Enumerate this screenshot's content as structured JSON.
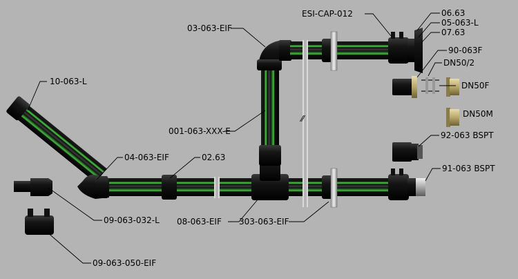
{
  "labels": {
    "l_10_063_l": "10-063-L",
    "l_03_063_eif": "03-063-EIF",
    "l_esi_cap_012": "ESI-CAP-012",
    "l_06_63": "06.63",
    "l_05_063_l": "05-063-L",
    "l_07_63": "07.63",
    "l_90_063f": "90-063F",
    "l_dn50_2": "DN50/2",
    "l_dn50f": "DN50F",
    "l_dn50m": "DN50M",
    "l_001_063_xxx_e": "001-063-XXX-E",
    "l_92_063_bspt": "92-063 BSPT",
    "l_04_063_eif": "04-063-EIF",
    "l_02_63": "02.63",
    "l_91_063_bspt": "91-063 BSPT",
    "l_09_063_032_l": "09-063-032-L",
    "l_08_063_eif": "08-063-EIF",
    "l_303_063_eif": "303-063-EIF",
    "l_09_063_050_eif": "09-063-050-EIF"
  },
  "colors": {
    "background": "#b4b4b4",
    "pipe_black": "#0d0d0d",
    "pipe_stripe": "#3fb83a",
    "flange": "#dcdcdc",
    "brass": "#b9a76a"
  }
}
